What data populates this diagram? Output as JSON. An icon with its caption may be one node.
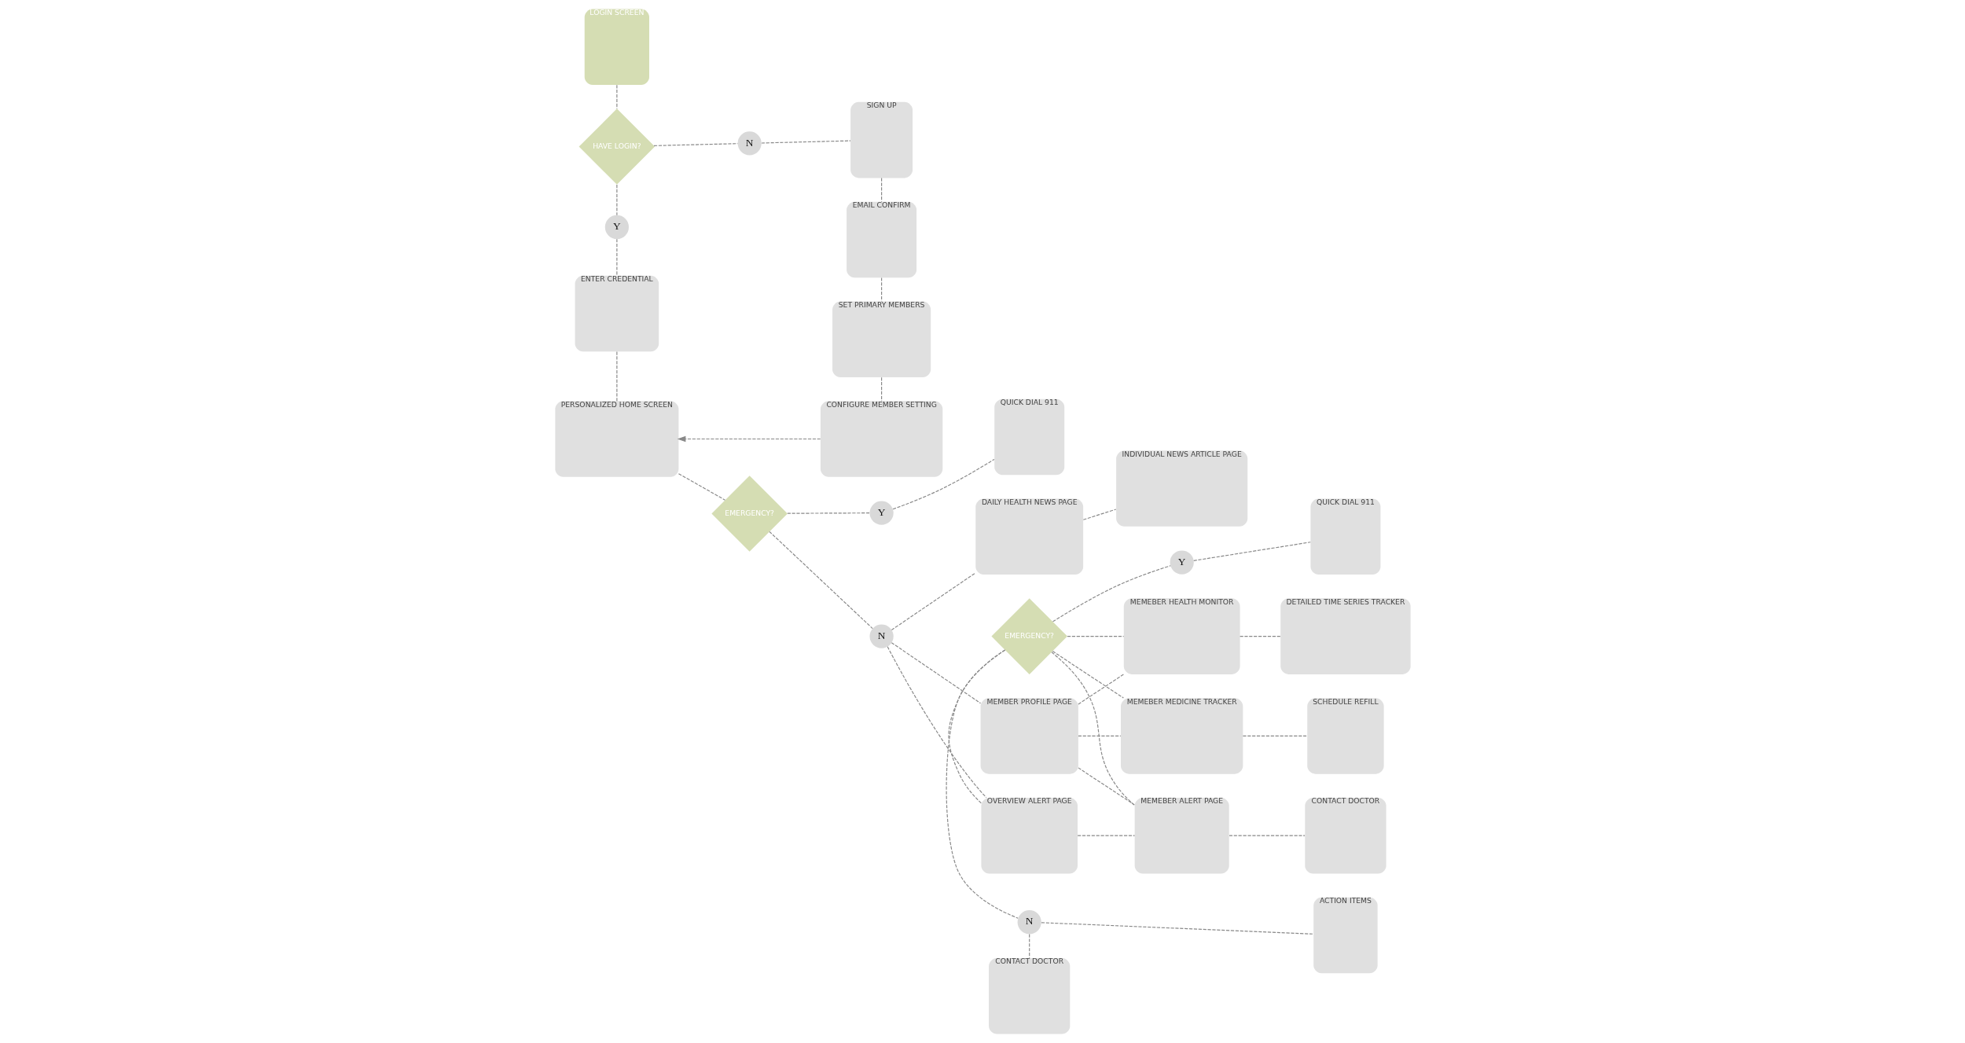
{
  "diagram": {
    "nodes": [
      {
        "text": [
          "LOGIN SCREEN"
        ]
      },
      {
        "text": [
          "HAVE LOGIN?"
        ]
      },
      {
        "text": [
          "Y"
        ]
      },
      {
        "text": [
          "ENTER CREDENTIAL"
        ]
      },
      {
        "text": [
          "PERSONALIZED HOME SCREEN"
        ]
      },
      {
        "text": [
          "N"
        ]
      },
      {
        "text": [
          "SIGN UP"
        ]
      },
      {
        "text": [
          "EMAIL CONFIRM"
        ]
      },
      {
        "text": [
          "SET PRIMARY MEMBERS"
        ]
      },
      {
        "text": [
          "CONFIGURE MEMBER SETTING"
        ]
      },
      {
        "text": [
          "QUICK DIAL 911"
        ]
      },
      {
        "text": [
          "Y"
        ]
      },
      {
        "text": [
          "EMERGENCY?"
        ]
      },
      {
        "text": [
          "N"
        ]
      },
      {
        "text": [
          "QUICK DIAL 911"
        ]
      },
      {
        "text": [
          "ACTION ITEMS"
        ]
      },
      {
        "text": [
          "OVERVIEW ALERT PAGE"
        ]
      },
      {
        "text": [
          "Y"
        ]
      },
      {
        "text": [
          "EMERGENCY?"
        ]
      },
      {
        "text": [
          "N"
        ]
      },
      {
        "text": [
          "CONTACT DOCTOR"
        ]
      },
      {
        "text": [
          "MEMEBER ALERT PAGE"
        ]
      },
      {
        "text": [
          "CONTACT DOCTOR"
        ]
      },
      {
        "text": [
          "MEMBER PROFILE PAGE"
        ]
      },
      {
        "text": [
          "MEMEBER HEALTH MONITOR"
        ]
      },
      {
        "text": [
          "DETAILED TIME SERIES TRACKER"
        ]
      },
      {
        "text": [
          "MEMEBER MEDICINE TRACKER"
        ]
      },
      {
        "text": [
          "SCHEDULE REFILL"
        ]
      },
      {
        "text": [
          "DAILY HEALTH NEWS PAGE"
        ]
      },
      {
        "text": [
          "INDIVIDUAL NEWS ARTICLE PAGE"
        ]
      }
    ],
    "edges": [
      {
        "from": 0,
        "to": 1,
        "arrow": "none",
        "style": "dashed"
      },
      {
        "from": 1,
        "to": 2,
        "arrow": "none",
        "style": "dashed"
      },
      {
        "from": 2,
        "to": 3,
        "arrow": "none",
        "style": "dashed"
      },
      {
        "from": 3,
        "to": 4,
        "arrow": "none",
        "style": "dashed"
      },
      {
        "from": 1,
        "to": 5,
        "arrow": "none",
        "style": "dashed"
      },
      {
        "from": 5,
        "to": 6,
        "arrow": "none",
        "style": "dashed"
      },
      {
        "from": 6,
        "to": 7,
        "arrow": "none",
        "style": "dashed"
      },
      {
        "from": 7,
        "to": 8,
        "arrow": "none",
        "style": "dashed"
      },
      {
        "from": 8,
        "to": 9,
        "arrow": "none",
        "style": "dashed"
      },
      {
        "from": 9,
        "to": 4,
        "arrow": "to",
        "style": "dashed"
      },
      {
        "from": 4,
        "to": 12,
        "arrow": "none",
        "style": "dashed"
      },
      {
        "from": 12,
        "to": 11,
        "arrow": "none",
        "style": "dashed"
      },
      {
        "from": 11,
        "to": 10,
        "arrow": "none",
        "style": "dashed"
      },
      {
        "from": 12,
        "to": 13,
        "arrow": "none",
        "style": "dashed"
      },
      {
        "from": 13,
        "to": 16,
        "arrow": "none",
        "style": "dashed"
      },
      {
        "from": 13,
        "to": 23,
        "arrow": "none",
        "style": "dashed"
      },
      {
        "from": 13,
        "to": 28,
        "arrow": "none",
        "style": "dashed"
      },
      {
        "from": 16,
        "to": 18,
        "arrow": "none",
        "style": "dashed"
      },
      {
        "from": 18,
        "to": 17,
        "arrow": "none",
        "style": "dashed"
      },
      {
        "from": 17,
        "to": 14,
        "arrow": "none",
        "style": "dashed"
      },
      {
        "from": 18,
        "to": 19,
        "arrow": "none",
        "style": "dashed"
      },
      {
        "from": 19,
        "to": 15,
        "arrow": "none",
        "style": "dashed"
      },
      {
        "from": 19,
        "to": 20,
        "arrow": "none",
        "style": "dashed"
      },
      {
        "from": 16,
        "to": 21,
        "arrow": "none",
        "style": "dashed"
      },
      {
        "from": 18,
        "to": 21,
        "arrow": "none",
        "style": "dashed"
      },
      {
        "from": 18,
        "to": 24,
        "arrow": "none",
        "style": "dashed"
      },
      {
        "from": 18,
        "to": 26,
        "arrow": "none",
        "style": "dashed"
      },
      {
        "from": 23,
        "to": 21,
        "arrow": "none",
        "style": "dashed"
      },
      {
        "from": 23,
        "to": 24,
        "arrow": "none",
        "style": "dashed"
      },
      {
        "from": 23,
        "to": 26,
        "arrow": "none",
        "style": "dashed"
      },
      {
        "from": 21,
        "to": 22,
        "arrow": "none",
        "style": "dashed"
      },
      {
        "from": 24,
        "to": 25,
        "arrow": "none",
        "style": "dashed"
      },
      {
        "from": 26,
        "to": 27,
        "arrow": "none",
        "style": "dashed"
      },
      {
        "from": 28,
        "to": 29,
        "arrow": "none",
        "style": "dashed"
      }
    ]
  }
}
